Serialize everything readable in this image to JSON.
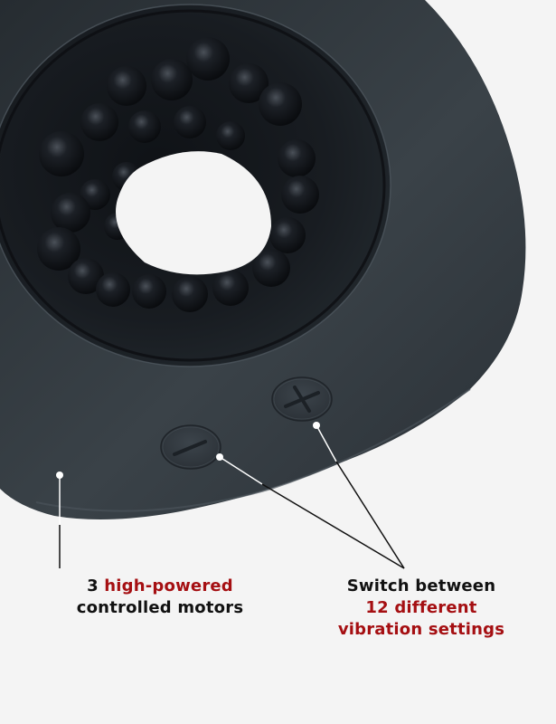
{
  "image": {
    "subject": "black silicone vibrating ring device with textured inner beads and two control buttons",
    "background_color": "#f4f4f4",
    "device_color": "#2e353b",
    "accent_color": "#a50f12",
    "text_color": "#111111"
  },
  "buttons": [
    {
      "name": "minus-button",
      "glyph": "−"
    },
    {
      "name": "plus-button",
      "glyph": "+"
    }
  ],
  "callouts": {
    "motors": {
      "prefix": "3 ",
      "highlight": "high-powered",
      "suffix": "controlled motors"
    },
    "settings": {
      "line1": "Switch between",
      "highlight_line2": "12 different",
      "highlight_line3": "vibration settings"
    }
  }
}
